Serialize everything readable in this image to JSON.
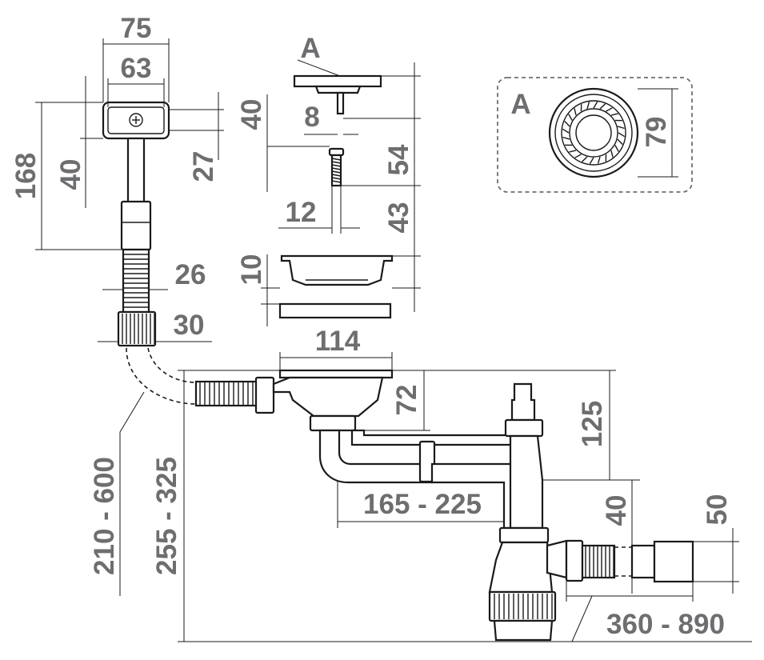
{
  "detail_callout": {
    "letter_top": "A",
    "letter_box": "A",
    "diameter": "79"
  },
  "overflow": {
    "width_outer": "75",
    "width_inner": "63",
    "height_total": "168",
    "height_head": "40",
    "height_plate": "27",
    "hose_dia": "26",
    "nut_dia": "30",
    "hose_length": "210 - 600"
  },
  "strainer": {
    "screw_dia": "8",
    "height_top": "40",
    "height_strainer": "54",
    "screw_length": "12",
    "screw_gap": "43",
    "basket_height": "10",
    "flange_width": "114"
  },
  "siphon": {
    "bowl_depth": "72",
    "outlet_height": "125",
    "pipe_span": "165 - 225",
    "total_height": "255 - 325",
    "outlet_dia_small": "40",
    "outlet_dia_large": "50",
    "outlet_length": "360 - 890"
  },
  "colors": {
    "dimension_text": "#6d6e70",
    "line": "#1a1a1a",
    "background": "#ffffff"
  }
}
